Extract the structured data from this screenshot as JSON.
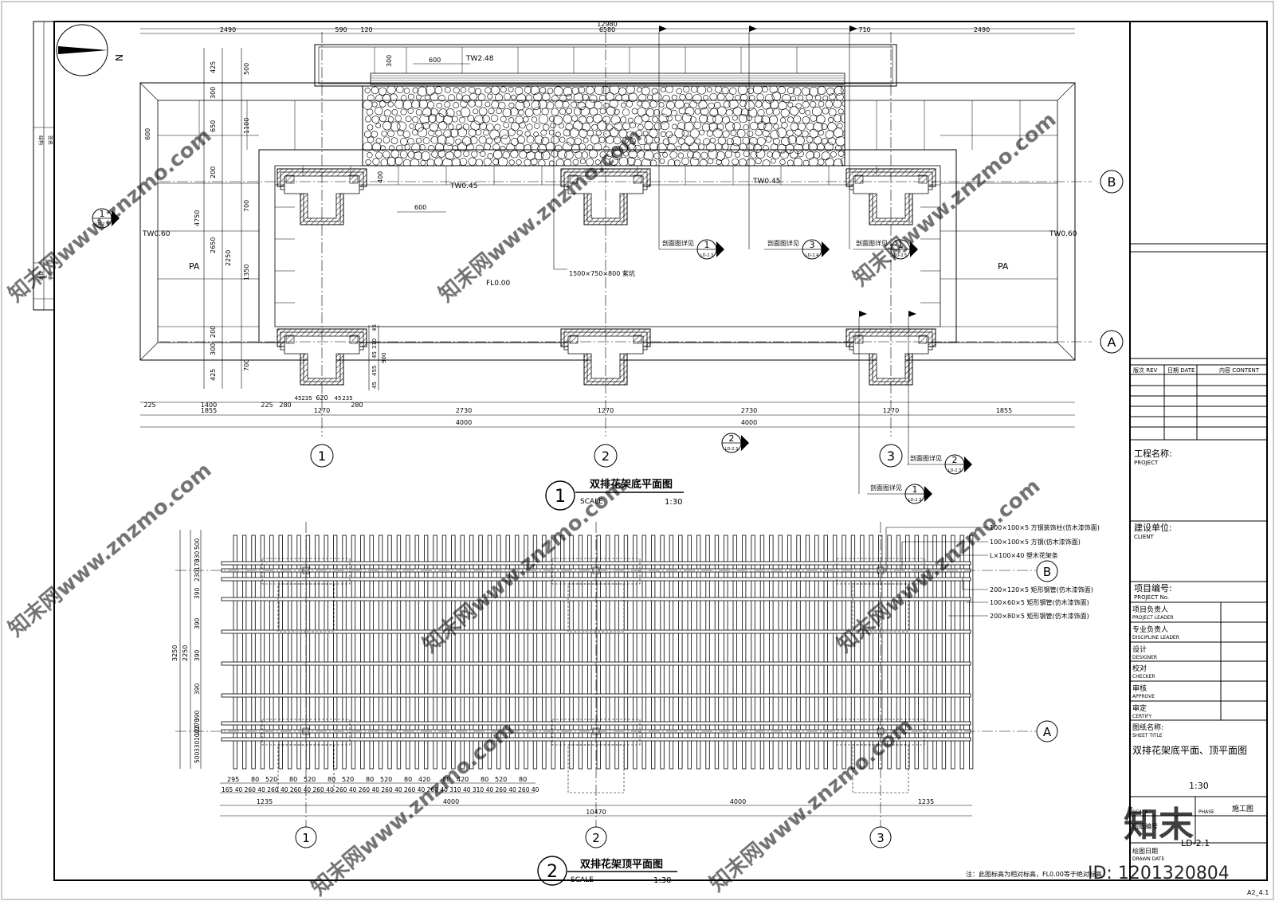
{
  "plan1": {
    "title": "双排花架底平面图",
    "scale_label": "SCALE",
    "scale_value": "1:30",
    "number": "1",
    "top_dims": [
      "12980",
      "2490",
      "590",
      "120",
      "6580",
      "710",
      "2490"
    ],
    "bottom_dims_row1": [
      "225",
      "1400",
      "225",
      "280",
      "45",
      "235",
      "620",
      "45",
      "235",
      "280",
      "2730",
      "1270",
      "2730",
      "1270"
    ],
    "bottom_dims_row2": [
      "1855",
      "1270",
      "4000",
      "4000",
      "1855"
    ],
    "left_dims_outer": [
      "425",
      "300",
      "650",
      "200",
      "2650",
      "200",
      "300",
      "425"
    ],
    "left_dims_mid": [
      "500",
      "1100",
      "700",
      "1350",
      "700"
    ],
    "left_dims_inner": [
      "600",
      "4750",
      "2250"
    ],
    "right_dims": [
      "45",
      "310",
      "45",
      "455",
      "45",
      "900"
    ],
    "labels": {
      "tw_top": "TW2.48",
      "tw_mid_left": "TW0.45",
      "tw_mid_right": "TW0.45",
      "tw_left": "TW0.60",
      "tw_right": "TW0.60",
      "fl": "FL0.00",
      "pa_left": "PA",
      "pa_right": "PA",
      "pit": "1500×750×800 紫坑",
      "d600a": "600",
      "d600b": "600",
      "d300": "300",
      "d400": "400",
      "section_ref": "剖面图详见"
    }
  },
  "plan2": {
    "title": "双排花架顶平面图",
    "scale_label": "SCALE",
    "scale_value": "1:30",
    "number": "2",
    "left_dims": [
      "500",
      "330",
      "170",
      "230",
      "390",
      "390",
      "390",
      "390",
      "390",
      "270",
      "120",
      "100",
      "330",
      "500"
    ],
    "left_totals": [
      "3250",
      "2250"
    ],
    "bottom_dims_row1": [
      "295",
      "80",
      "520",
      "80",
      "520",
      "80",
      "520",
      "80",
      "520",
      "80",
      "420",
      "80",
      "420",
      "80",
      "520",
      "80"
    ],
    "bottom_dims_row2": "165 40 260 40 260 40 260 40 260 40 260 40 260 40 260 40 260 40 260 40 310 40 310 40 260 40 260 40",
    "bottom_dims_row3": [
      "1235",
      "4000",
      "4000",
      "1235"
    ],
    "bottom_total": "10470",
    "legend": [
      "100×100×5 方钢装饰柱(仿木漆饰面)",
      "100×100×5 方钢(仿木漆饰面)",
      "L×100×40 塑木花架条",
      "200×120×5 矩形钢管(仿木漆饰面)",
      "100×60×5 矩形钢管(仿木漆饰面)",
      "200×80×5 矩形钢管(仿木漆饰面)"
    ]
  },
  "axes": {
    "a": "A",
    "b": "B",
    "n1": "1",
    "n2": "2",
    "n3": "3"
  },
  "section_markers": [
    {
      "num": "1",
      "sheet": "LD-2.3"
    },
    {
      "num": "2",
      "sheet": "LD-2.3"
    },
    {
      "num": "3",
      "sheet": "LD-2.4"
    },
    {
      "num": "1",
      "sheet": "LD-2.5"
    },
    {
      "num": "2",
      "sheet": "LD-2.3"
    },
    {
      "num": "1",
      "sheet": "LD-2.3"
    }
  ],
  "north": "N",
  "note": "注：此图标高为相对标高，FL0.00等于绝对标高",
  "sheet_size": "A2_4.1",
  "watermark": "知末网www.znzmo.com",
  "id_text": "ID: 1201320804",
  "logo_text": "知末",
  "left_strip": [
    "结构",
    "签名",
    "日期",
    "专业"
  ],
  "title_block": {
    "rev_headers": [
      "版次 REV",
      "日期 DATE",
      "内容 CONTENT"
    ],
    "project": {
      "cn": "工程名称:",
      "en": "PROJECT"
    },
    "client": {
      "cn": "建设单位:",
      "en": "CLIENT"
    },
    "project_no": {
      "cn": "项目编号:",
      "en": "PROJECT No."
    },
    "roles": [
      {
        "cn": "项目负责人",
        "en": "PROJECT LEADER"
      },
      {
        "cn": "专业负责人",
        "en": "DISCIPLINE LEADER"
      },
      {
        "cn": "设计",
        "en": "DESIGNER"
      },
      {
        "cn": "校对",
        "en": "CHECKER"
      },
      {
        "cn": "审核",
        "en": "APPROVE"
      },
      {
        "cn": "审定",
        "en": "CERTIFY"
      }
    ],
    "sheet_title": {
      "cn": "图纸名称:",
      "en": "SHEET TITLE"
    },
    "sheet_title_value": "双排花架底平面、顶平面图",
    "scale": "1:30",
    "phase_label": "PHASE",
    "phase_value": "施工图",
    "scale_label": "SCALE",
    "sheet_no_label": "图纸编号",
    "sheet_no_value": "LD-2.1",
    "drawn_label": "绘图日期",
    "drawn_en": "DRAWN DATE"
  }
}
